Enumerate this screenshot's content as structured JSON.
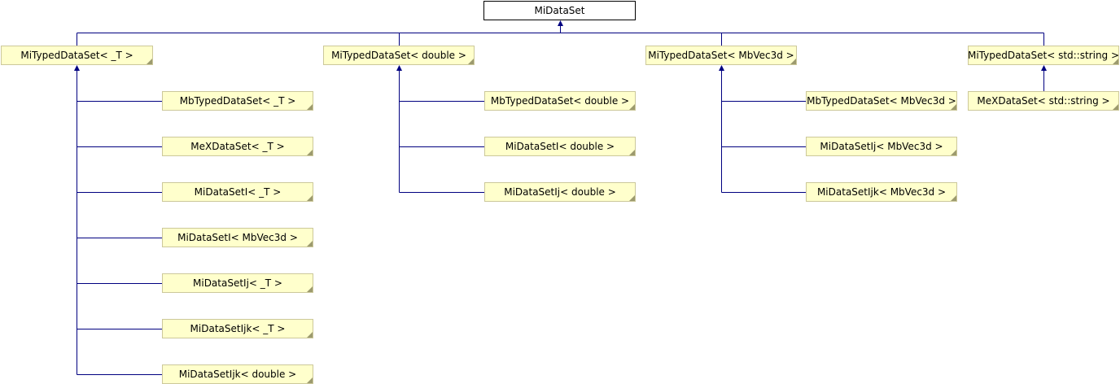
{
  "diagram": {
    "root": {
      "label": "MiDataSet"
    },
    "groups": [
      {
        "parent": "MiTypedDataSet< _T >",
        "children": [
          "MbTypedDataSet< _T >",
          "MeXDataSet< _T >",
          "MiDataSetI< _T >",
          "MiDataSetI< MbVec3d >",
          "MiDataSetIj< _T >",
          "MiDataSetIjk< _T >",
          "MiDataSetIjk< double >"
        ]
      },
      {
        "parent": "MiTypedDataSet< double >",
        "children": [
          "MbTypedDataSet< double >",
          "MiDataSetI< double >",
          "MiDataSetIj< double >"
        ]
      },
      {
        "parent": "MiTypedDataSet< MbVec3d >",
        "children": [
          "MbTypedDataSet< MbVec3d >",
          "MiDataSetIj< MbVec3d >",
          "MiDataSetIjk< MbVec3d >"
        ]
      },
      {
        "parent": "MiTypedDataSet< std::string >",
        "children": [
          "MeXDataSet< std::string >"
        ]
      }
    ]
  }
}
